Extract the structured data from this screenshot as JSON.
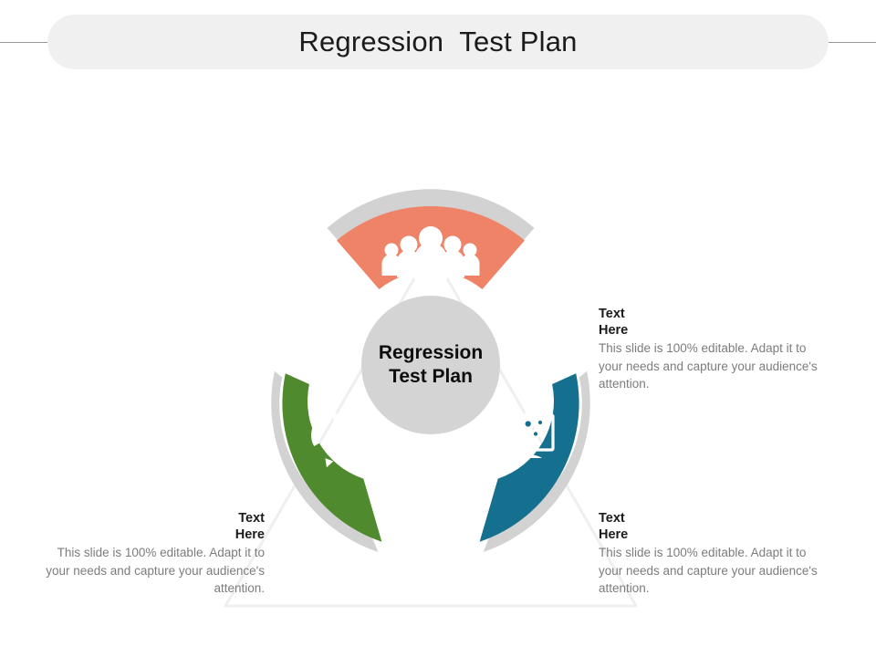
{
  "slide": {
    "title": "Regression  Test Plan",
    "background_color": "#ffffff",
    "title_pill_color": "#F0F0F0",
    "rule_color": "#9a9a9a"
  },
  "center": {
    "label_line_1": "Regression",
    "label_line_2": "Test Plan",
    "circle_color": "#D4D4D4",
    "text_color": "#0c0c0c"
  },
  "segments": [
    {
      "id": "segment-top",
      "position": "top",
      "color": "#EE8368",
      "shadow_color": "#D2D2D2",
      "icon": "people-group-icon"
    },
    {
      "id": "segment-bottom-left",
      "position": "bottom-left",
      "color": "#508A2E",
      "shadow_color": "#D2D2D2",
      "icon": "cycle-arrows-icon"
    },
    {
      "id": "segment-bottom-right",
      "position": "bottom-right",
      "color": "#15708F",
      "shadow_color": "#D2D2D2",
      "icon": "monitor-gears-icon"
    }
  ],
  "text_blocks": [
    {
      "id": "text-block-1",
      "linked_segment": "segment-top",
      "heading": "Text\nHere",
      "body": "This slide is 100% editable.  Adapt it to your needs and capture your audience's attention.",
      "align": "left"
    },
    {
      "id": "text-block-2",
      "linked_segment": "segment-bottom-left",
      "heading": "Text\nHere",
      "body": "This slide is 100% editable.  Adapt it to your needs and capture your audience's attention.",
      "align": "right"
    },
    {
      "id": "text-block-3",
      "linked_segment": "segment-bottom-right",
      "heading": "Text\nHere",
      "body": "This slide is 100% editable.  Adapt it to your needs and capture your audience's attention.",
      "align": "left"
    }
  ]
}
